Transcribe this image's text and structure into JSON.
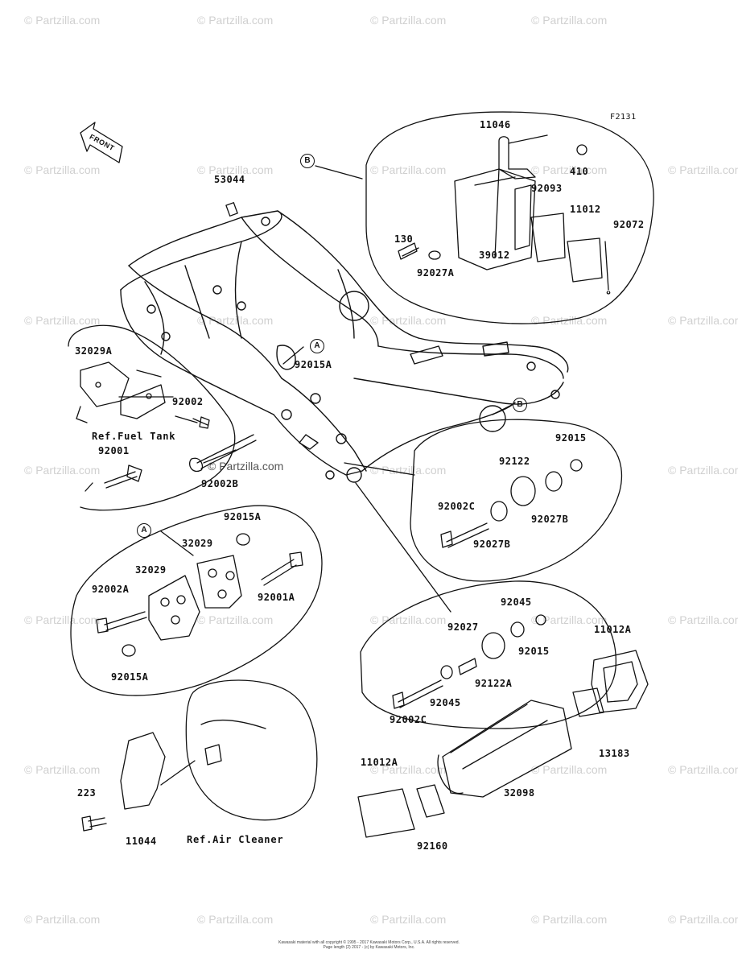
{
  "diagram": {
    "code": "F2131",
    "front_label": "FRONT",
    "callouts": {
      "a": "A",
      "b": "B"
    },
    "part_labels": {
      "p11046": "11046",
      "p410": "410",
      "p92093": "92093",
      "p11012": "11012",
      "p92072": "92072",
      "p130": "130",
      "p39012": "39012",
      "p92027A": "92027A",
      "p53044": "53044",
      "p32029A": "32029A",
      "p92002": "92002",
      "p92015A_top": "92015A",
      "p92001": "92001",
      "p92002B": "92002B",
      "p92015_b": "92015",
      "p92122": "92122",
      "p92002C_b": "92002C",
      "p92027B_l": "92027B",
      "p92027B_r": "92027B",
      "p92015A_a": "92015A",
      "p32029_r": "32029",
      "p32029_l": "32029",
      "p92002A": "92002A",
      "p92001A": "92001A",
      "p92015A_bot": "92015A",
      "p92045_t": "92045",
      "p92027": "92027",
      "p92015_c": "92015",
      "p92122A": "92122A",
      "p92045_b": "92045",
      "p92002C_c": "92002C",
      "p11012A_r": "11012A",
      "p13183": "13183",
      "p11012A_l": "11012A",
      "p32098": "32098",
      "p92160": "92160",
      "p223": "223",
      "p11044": "11044"
    },
    "ref_labels": {
      "fuel_tank": "Ref.Fuel Tank",
      "air_cleaner": "Ref.Air Cleaner"
    }
  },
  "watermark": {
    "text": "© Partzilla.com",
    "center_text": "© Partzilla.com"
  },
  "copyright": {
    "line1": "Kawasaki material with all copyright © 1995 - 2017 Kawasaki Motors Corp., U.S.A. All rights reserved.",
    "line2": "Page length (2) 2017 - (c) by Kawasaki Motors, Inc."
  }
}
